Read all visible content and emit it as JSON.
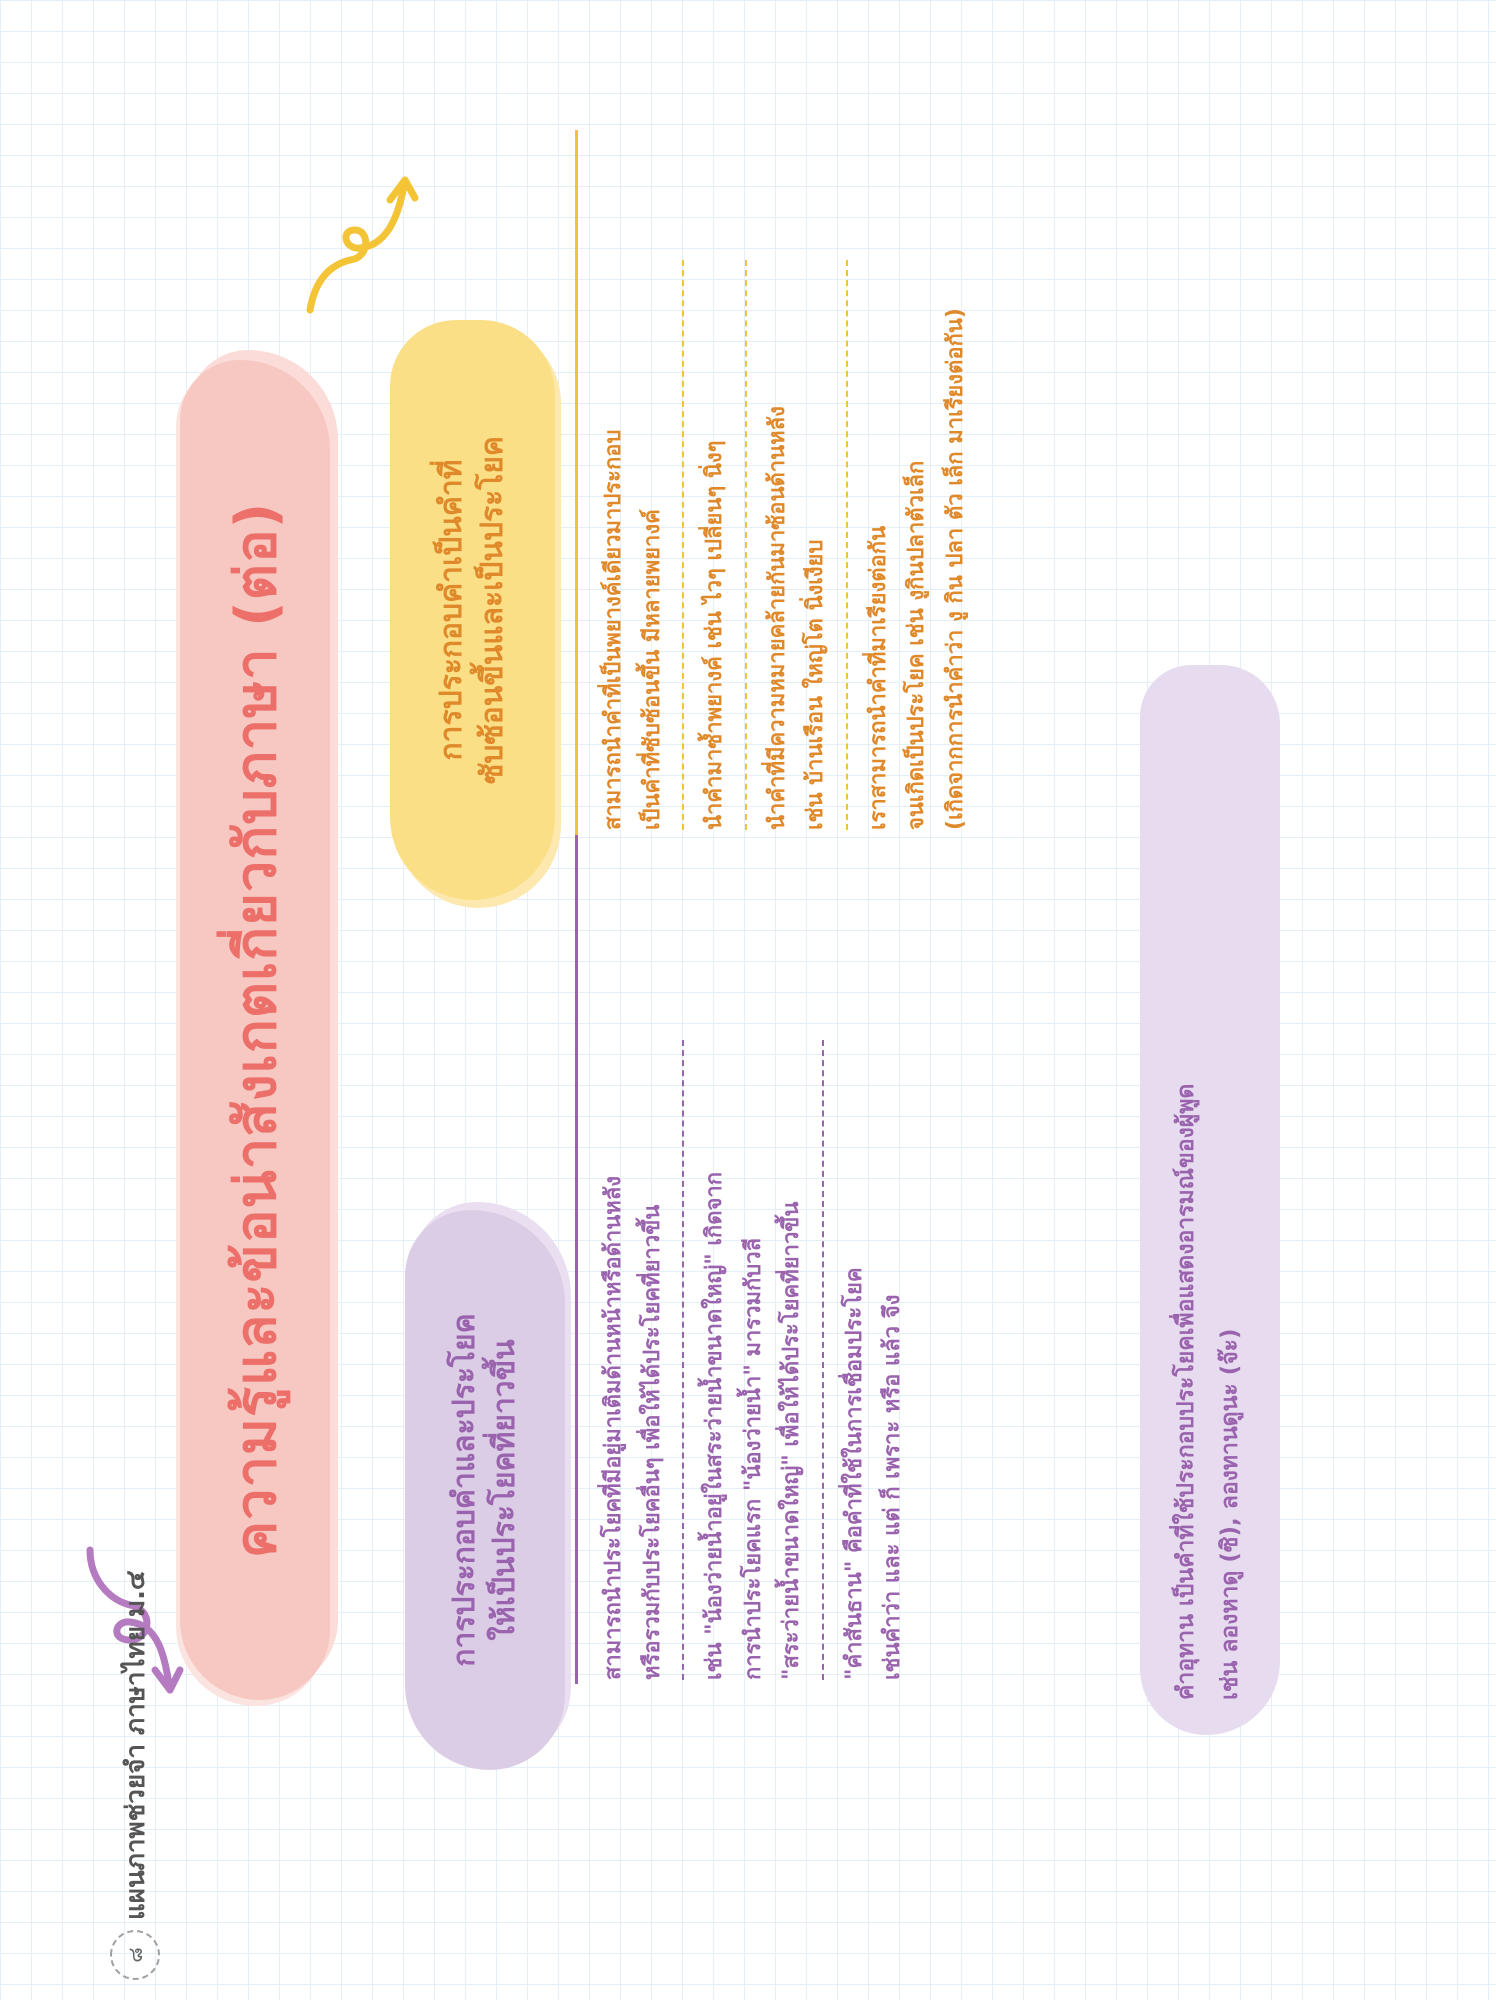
{
  "title": "ความรู้และข้อน่าสังเกตเกี่ยวกับภาษา (ต่อ)",
  "topics": [
    {
      "heading_lines": [
        "การประกอบคำและประโยค",
        "ให้เป็นประโยคที่ยาวขึ้น"
      ],
      "items": [
        [
          "สามารถนำประโยคที่มีอยู่มาเติมด้านหน้าหรือด้านหลัง",
          "หรือรวมกับประโยคอื่นๆ เพื่อให้ได้ประโยคที่ยาวขึ้น"
        ],
        [
          "เช่น \"น้องว่ายน้ำอยู่ในสระว่ายน้ำขนาดใหญ่\" เกิดจาก",
          "การนำประโยคแรก \"น้องว่ายน้ำ\" มารวมกับวลี",
          "\"สระว่ายน้ำขนาดใหญ่\" เพื่อให้ได้ประโยคที่ยาวขึ้น"
        ],
        [
          "\"คำสันธาน\" คือคำที่ใช้ในการเชื่อมประโยค",
          "เช่นคำว่า และ แต่ ก็ เพราะ หรือ แล้ว จึง"
        ]
      ]
    },
    {
      "heading_lines": [
        "การประกอบคำเป็นคำที่",
        "ซับซ้อนขึ้นและเป็นประโยค"
      ],
      "items": [
        [
          "สามารถนำคำที่เป็นพยางค์เดียวมาประกอบ",
          "เป็นคำที่ซับซ้อนขึ้น มีหลายพยางค์"
        ],
        [
          "นำคำมาซ้ำพยางค์ เช่น ไวๆ เปลี่ยนๆ นิ่งๆ"
        ],
        [
          "นำคำที่มีความหมายคล้ายกันมาซ้อนด้านหลัง",
          "เช่น บ้านเรือน ใหญ่โต นิ่งเงียบ"
        ],
        [
          "เราสามารถนำคำที่มาเรียงต่อกัน",
          "จนเกิดเป็นประโยค เช่น งูกินปลาตัวเล็ก",
          "(เกิดจากการนำคำว่า งู กิน ปลา ตัว เล็ก มาเรียงต่อกัน)"
        ]
      ]
    }
  ],
  "note_lines": [
    "คำอุทาน เป็นคำที่ใช้ประกอบประโยคเพื่อแสดงอารมณ์ของผู้พูด",
    "เช่น ลองหาดู (ซิ), ลองทานดูนะ (จ๊ะ)"
  ],
  "footer": {
    "page_number": "๘",
    "book_title": "แผนภาพช่วยจำ ภาษาไทย ม.๔"
  },
  "colors": {
    "title": "#ec6f6a",
    "purple": "#9a63ad",
    "yellow": "#f0c33b",
    "orange": "#e0892b"
  }
}
